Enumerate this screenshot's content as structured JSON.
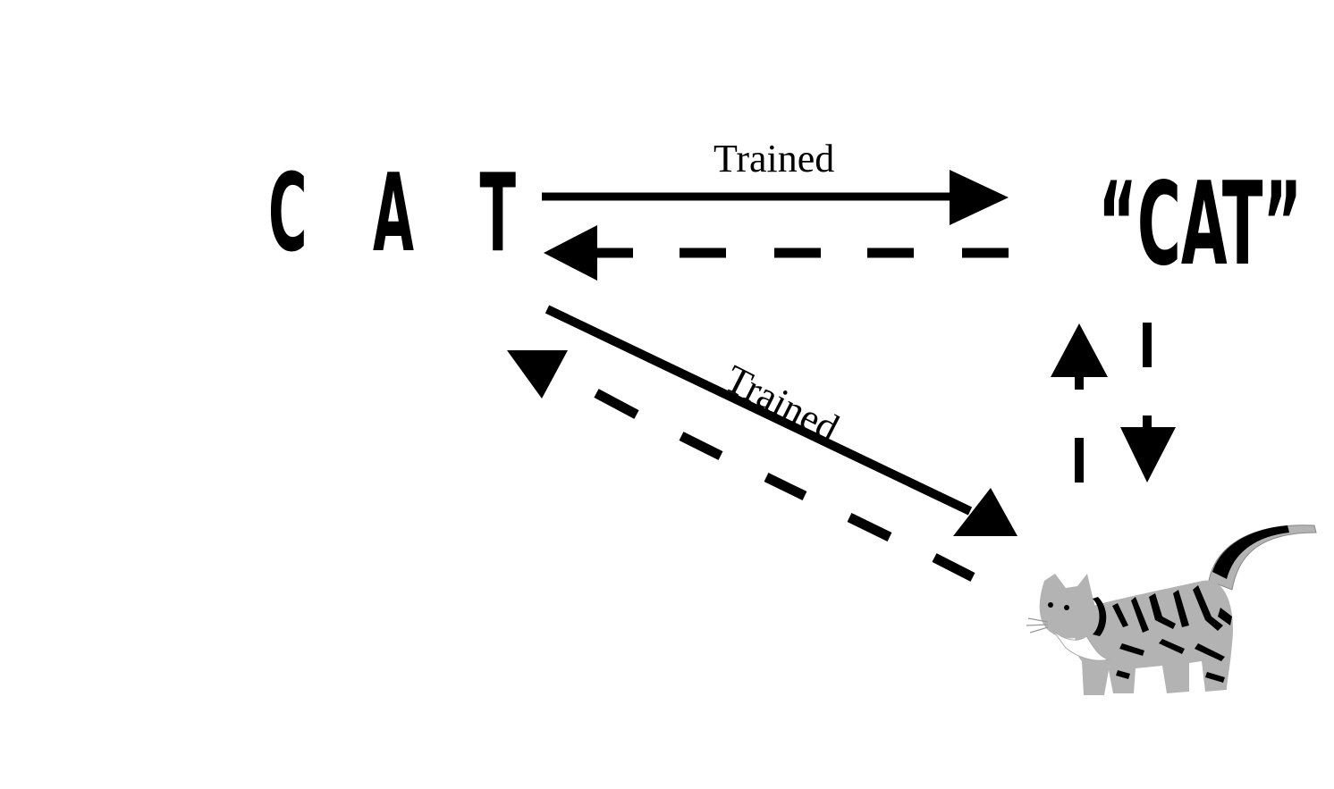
{
  "diagram": {
    "type": "stimulus-equivalence",
    "nodes": {
      "written_word": {
        "label": "CAT",
        "display": "C A T"
      },
      "spoken_word": {
        "label": "“CAT”"
      },
      "picture": {
        "label": "cat-picture",
        "description": "tabby cat illustration"
      }
    },
    "edges": [
      {
        "from": "written_word",
        "to": "spoken_word",
        "style": "solid",
        "label": "Trained"
      },
      {
        "from": "spoken_word",
        "to": "written_word",
        "style": "dashed",
        "label": ""
      },
      {
        "from": "written_word",
        "to": "picture",
        "style": "solid",
        "label": "Trained"
      },
      {
        "from": "picture",
        "to": "written_word",
        "style": "dashed",
        "label": ""
      },
      {
        "from": "picture",
        "to": "spoken_word",
        "style": "dashed",
        "label": ""
      },
      {
        "from": "spoken_word",
        "to": "picture",
        "style": "dashed",
        "label": ""
      }
    ],
    "colors": {
      "ink": "#000000",
      "cat_fur": "#b3b3b3",
      "background": "#ffffff"
    }
  }
}
